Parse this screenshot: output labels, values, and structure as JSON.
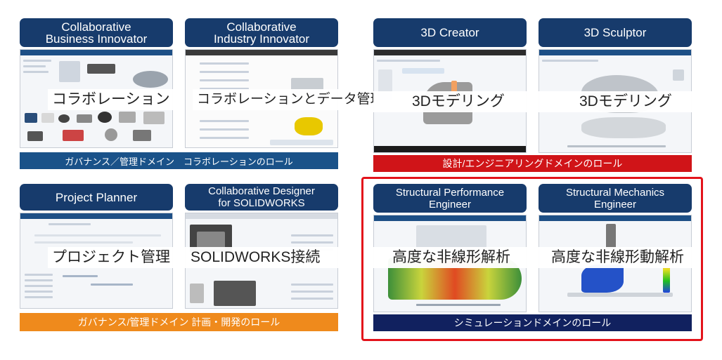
{
  "group_collab": {
    "roles": [
      {
        "title": "Collaborative\nBusiness Innovator",
        "caption": "コラボレーション"
      },
      {
        "title": "Collaborative\nIndustry Innovator",
        "caption": "コラボレーションとデータ管理"
      }
    ],
    "banner": "ガバナンス／管理ドメイン　コラボレーションのロール"
  },
  "group_design": {
    "roles": [
      {
        "title": "3D Creator",
        "caption": "3Dモデリング"
      },
      {
        "title": "3D Sculptor",
        "caption": "3Dモデリング"
      }
    ],
    "banner": "設計/エンジニアリングドメインのロール"
  },
  "group_planning": {
    "roles": [
      {
        "title": "Project Planner",
        "caption": "プロジェクト管理"
      },
      {
        "title": "Collaborative Designer\nfor SOLIDWORKS",
        "caption": "SOLIDWORKS接続"
      }
    ],
    "banner": "ガバナンス/管理ドメイン 計画・開発のロール"
  },
  "group_simulation": {
    "roles": [
      {
        "title": "Structural Performance\nEngineer",
        "caption": "高度な非線形解析"
      },
      {
        "title": "Structural Mechanics\nEngineer",
        "caption": "高度な非線形動解析"
      }
    ],
    "banner": "シミュレーションドメインのロール"
  },
  "colors": {
    "title_bg": "#173b6c",
    "banner_governance": "#1a5289",
    "banner_design": "#d01418",
    "banner_planning": "#ef8a1c",
    "banner_simulation": "#11215f",
    "highlight": "#e3131b"
  }
}
